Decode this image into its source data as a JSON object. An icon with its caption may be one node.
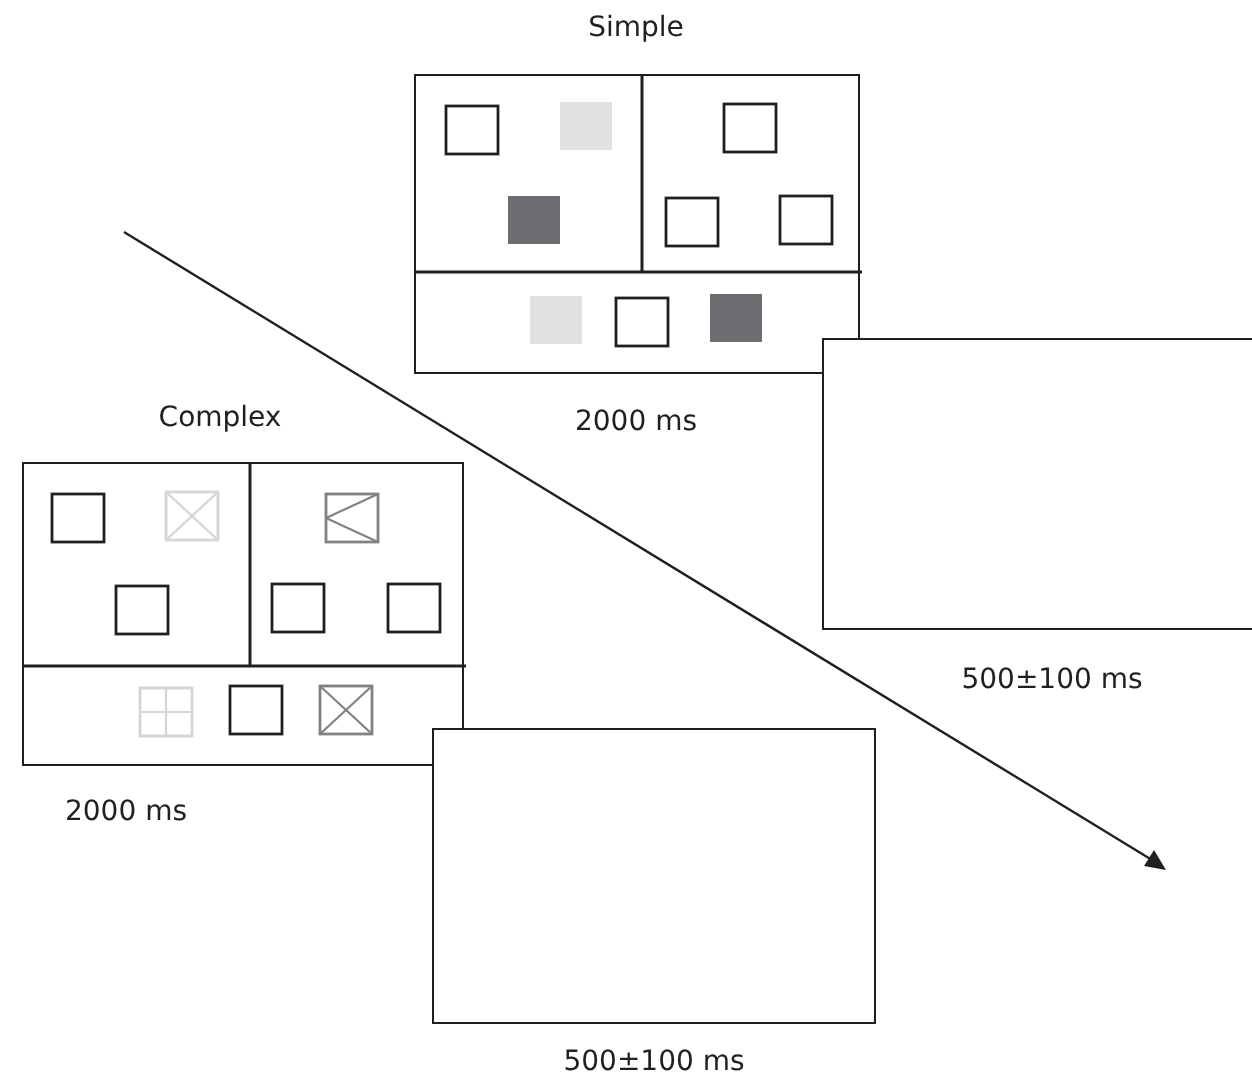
{
  "diagram": {
    "nodes": [
      {
        "text": [
          "Simple"
        ],
        "beside": [
          "2000 ms"
        ]
      },
      {
        "text": [],
        "shape": "box",
        "beside": [
          "500±100 ms"
        ]
      },
      {
        "text": [
          "Complex"
        ],
        "beside": [
          "2000 ms"
        ]
      },
      {
        "text": [],
        "shape": "box",
        "beside": [
          "500±100 ms"
        ]
      }
    ],
    "edges": []
  }
}
